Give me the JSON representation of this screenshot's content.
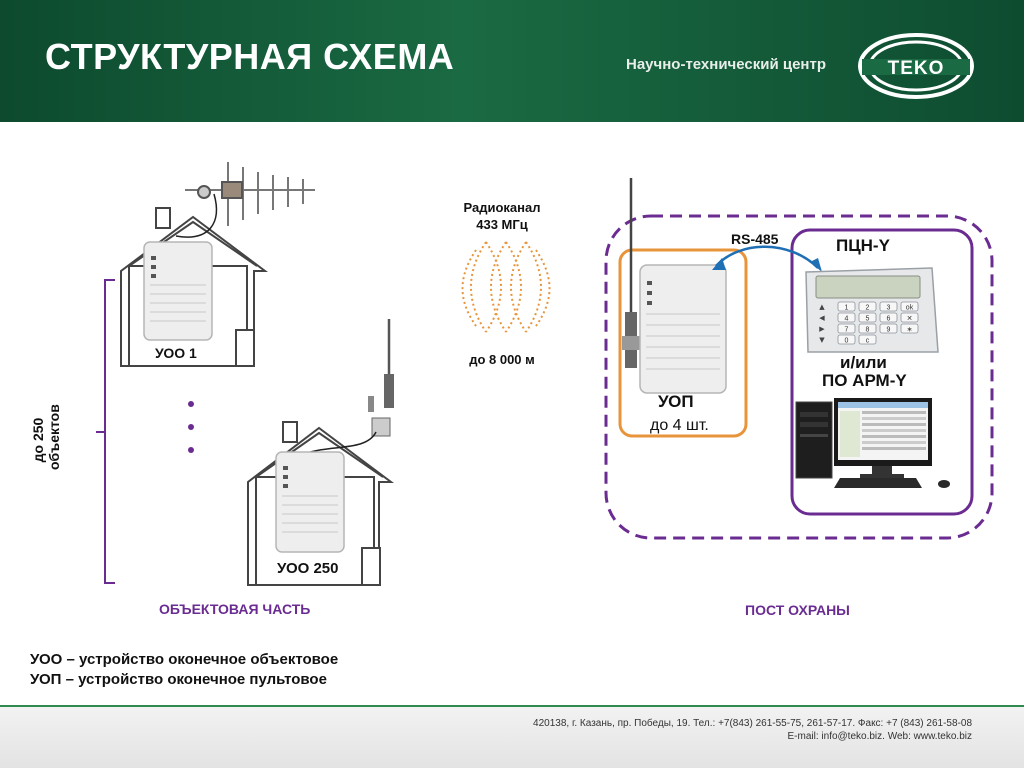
{
  "header": {
    "title": "СТРУКТУРНАЯ СХЕМА",
    "tagline": "Научно-технический центр",
    "logo_text": "TEKO"
  },
  "diagram": {
    "uoo1_label": "УОО 1",
    "uoo250_label": "УОО 250",
    "objects_count": "до 250",
    "objects_word": "объектов",
    "radio_line1": "Радиоканал",
    "radio_line2": "433 МГц",
    "range": "до 8 000 м",
    "rs485": "RS-485",
    "pcn_label": "ПЦН-Y",
    "or_label": "и/или",
    "arm_label": "ПО АРМ-Y",
    "uop_label": "УОП",
    "uop_count": "до 4 шт.",
    "object_part": "ОБЪЕКТОВАЯ ЧАСТЬ",
    "security_post": "ПОСТ ОХРАНЫ",
    "keypad_keys": [
      "1",
      "2",
      "3",
      "ok",
      "4",
      "5",
      "6",
      "✕",
      "7",
      "8",
      "9",
      "∗",
      "0",
      "c"
    ]
  },
  "legend": {
    "line1": "УОО – устройство оконечное объектовое",
    "line2": "УОП – устройство оконечное пультовое"
  },
  "footer": {
    "line1": "420138, г. Казань, пр. Победы, 19. Тел.: +7(843) 261-55-75, 261-57-17. Факс: +7 (843) 261-58-08",
    "line2": "E-mail: info@teko.biz. Web: www.teko.biz"
  },
  "colors": {
    "header_green": "#1a6a43",
    "purple": "#6a2c91",
    "orange": "#e8943a",
    "blue_arrow": "#1f6fb5"
  }
}
